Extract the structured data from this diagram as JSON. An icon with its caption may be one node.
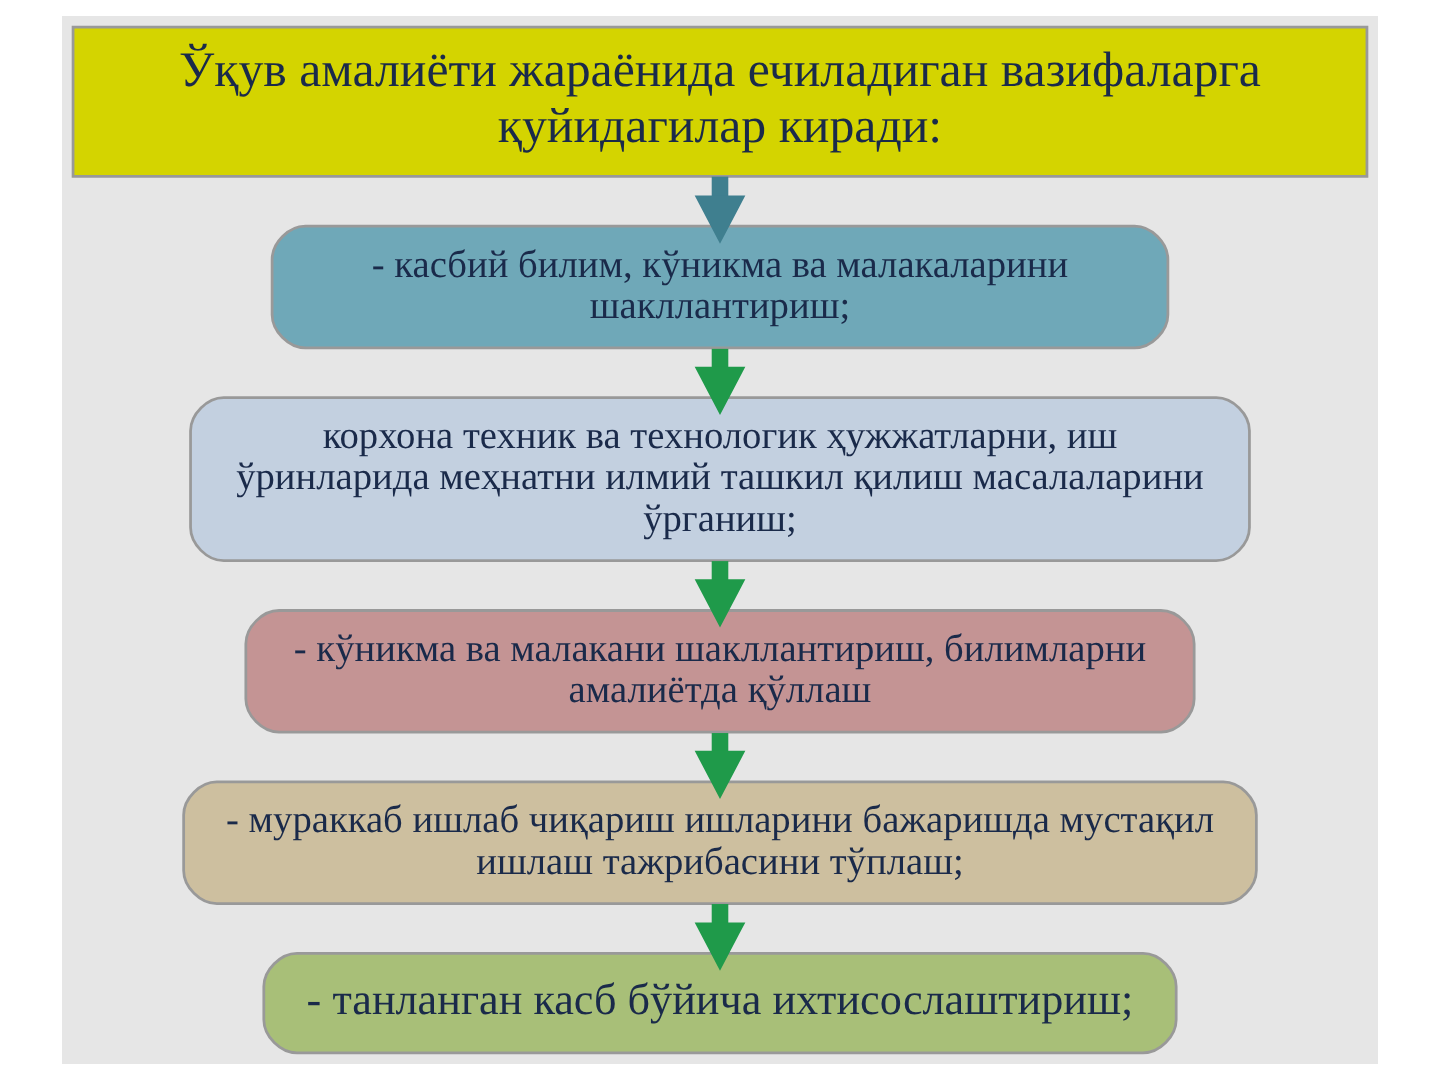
{
  "diagram": {
    "nodes": [
      {
        "text": [
          "Ўқув амалиёти жараёнида ечиладиган вазифаларга қуйидагилар киради:"
        ]
      },
      {
        "text": [
          "- касбий билим, кўникма ва малакаларини шакллантириш;"
        ]
      },
      {
        "text": [
          "корхона техник ва технологик ҳужжатларни, иш ўринларида меҳнатни илмий ташкил қилиш масалаларини ўрганиш;"
        ]
      },
      {
        "text": [
          "- кўникма ва малакани шакллантириш, билимларни амалиётда қўллаш"
        ]
      },
      {
        "text": [
          "- мураккаб ишлаб чиқариш ишларини бажаришда мустақил ишлаш тажрибасини тўплаш;"
        ]
      },
      {
        "text": [
          "- танланган касб бўйича ихтисослаштириш;"
        ]
      }
    ],
    "edges": [
      {
        "from": 0,
        "to": 1,
        "arrow": "to",
        "color": "#3f7f8f"
      },
      {
        "from": 1,
        "to": 2,
        "arrow": "to"
      },
      {
        "from": 2,
        "to": 3,
        "arrow": "to"
      },
      {
        "from": 3,
        "to": 4,
        "arrow": "to"
      },
      {
        "from": 4,
        "to": 5,
        "arrow": "to"
      }
    ]
  }
}
